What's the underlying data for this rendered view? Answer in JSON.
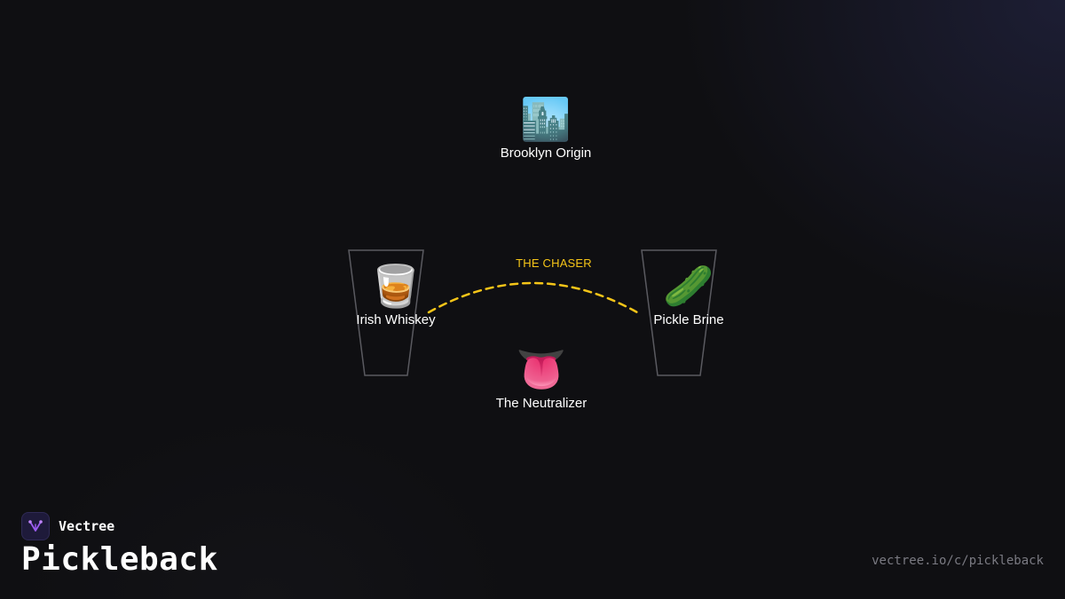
{
  "diagram": {
    "nodes": {
      "origin": {
        "icon": "cityscape-icon",
        "emoji": "🏙️",
        "label": "Brooklyn Origin"
      },
      "whiskey": {
        "icon": "tumbler-glass-icon",
        "emoji": "🥃",
        "label": "Irish Whiskey"
      },
      "brine": {
        "icon": "cucumber-icon",
        "emoji": "🥒",
        "label": "Pickle Brine"
      },
      "neutralizer": {
        "icon": "tongue-icon",
        "emoji": "👅",
        "label": "The Neutralizer"
      }
    },
    "connector": {
      "label": "THE CHASER",
      "color": "#f5c518",
      "style": "dashed"
    }
  },
  "branding": {
    "logo_icon": "vectree-logo-icon",
    "name": "Vectree",
    "title": "Pickleback",
    "url": "vectree.io/c/pickleback",
    "accent": "#9b5cf0"
  }
}
